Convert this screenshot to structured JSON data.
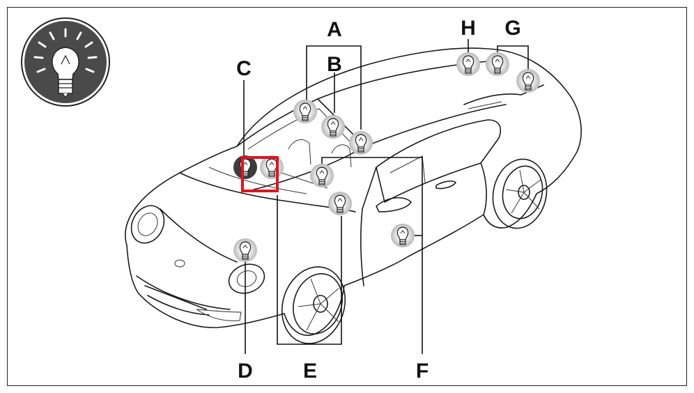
{
  "labels": {
    "A": "A",
    "B": "B",
    "C": "C",
    "D": "D",
    "E": "E",
    "F": "F",
    "G": "G",
    "H": "H"
  },
  "icons": {
    "badge": "light-bulb-icon",
    "marker": "bulb-marker-icon"
  },
  "colors": {
    "badge_background": "#4a4a4a",
    "marker_fill": "#c8c8c8",
    "highlight_frame": "#e0141e"
  }
}
